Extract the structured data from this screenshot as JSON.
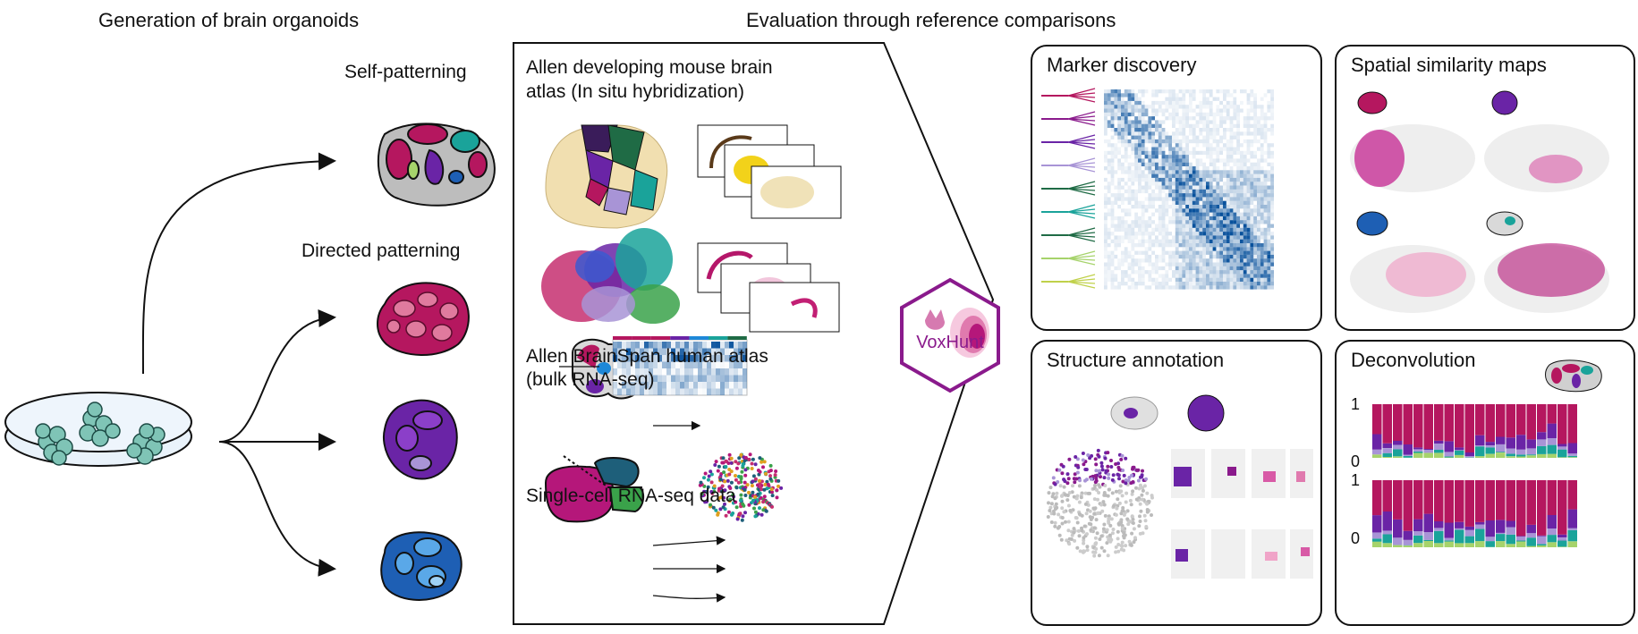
{
  "headers": {
    "generation": "Generation of brain organoids",
    "evaluation": "Evaluation through reference comparisons"
  },
  "patterning": {
    "self": "Self-patterning",
    "directed": "Directed patterning"
  },
  "references": {
    "allen_mouse": "Allen developing mouse brain atlas (In situ hybridization)",
    "brainspan": "Allen BrainSpan human atlas (bulk RNA-seq)",
    "single_cell": "Single-cell RNA-seq data"
  },
  "logo": {
    "text": "VoxHunt",
    "color": "#8a1a8c"
  },
  "panels": {
    "marker": "Marker discovery",
    "spatial": "Spatial similarity maps",
    "structure": "Structure annotation",
    "deconv": "Deconvolution"
  },
  "deconv_axis": {
    "top": "1",
    "bottom": "0"
  },
  "colors": {
    "magenta": "#b5175f",
    "purple": "#6a24a6",
    "lilac": "#a894d6",
    "blue": "#1e5fb4",
    "teal": "#1aa39a",
    "green": "#a6d36b",
    "dark_green": "#1f6b45",
    "heat": "#08519c"
  }
}
